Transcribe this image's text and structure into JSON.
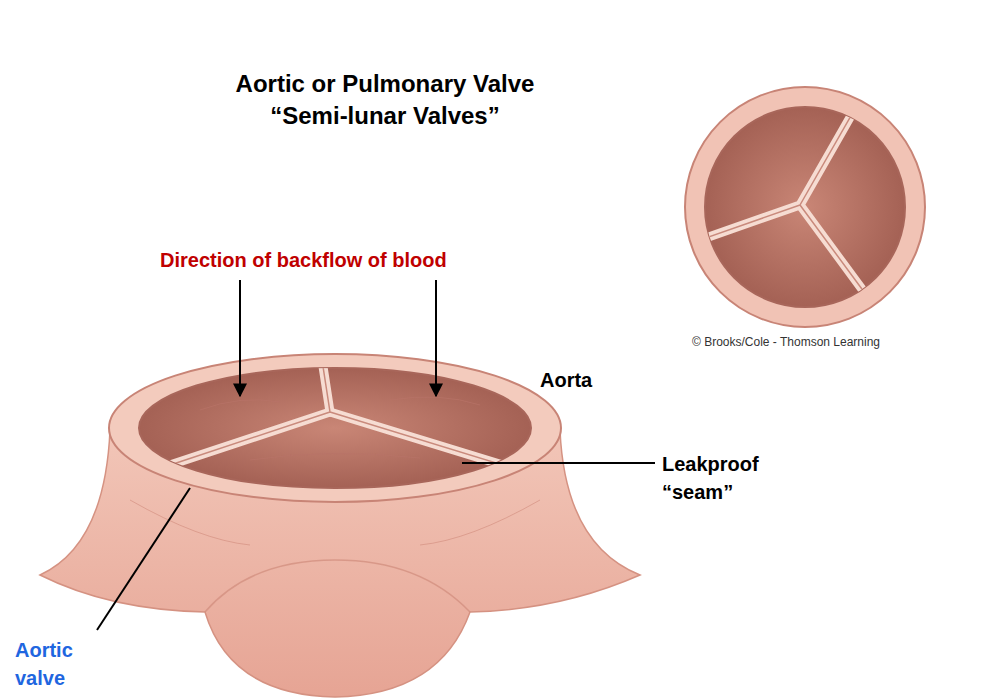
{
  "diagram": {
    "title": "Aortic or Pulmonary Valve “Semi-lunar Valves”",
    "labels": [
      "© Brooks/Cole - Thomson Learning",
      "Direction of backflow of blood",
      "Aorta",
      "Leakproof “seam”",
      "Aortic valve"
    ]
  }
}
